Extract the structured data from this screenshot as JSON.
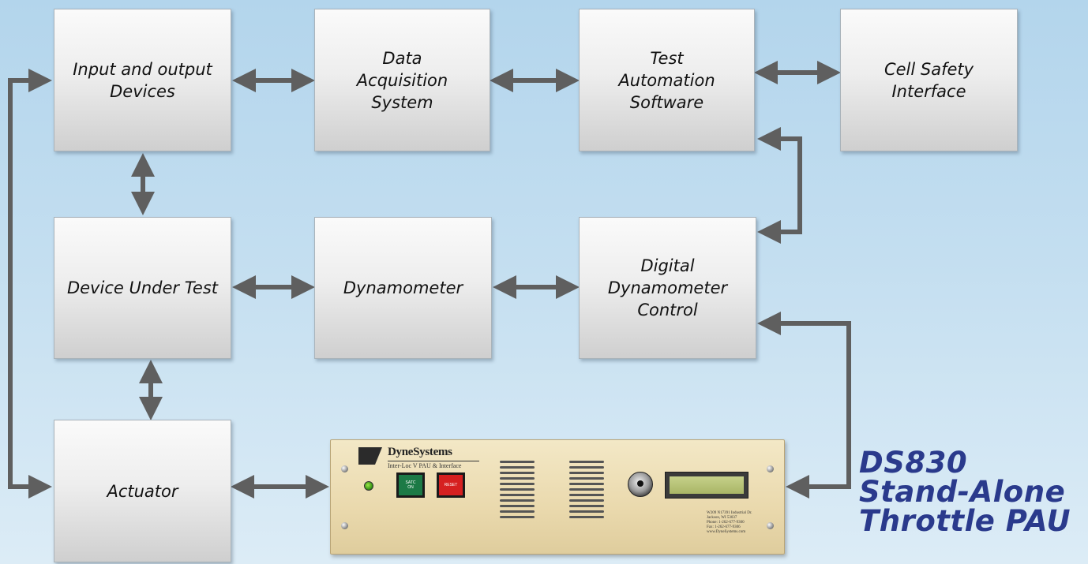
{
  "boxes": {
    "io_devices": "Input and output\nDevices",
    "data_acquisition": "Data\nAcquisition\nSystem",
    "test_automation": "Test\nAutomation\nSoftware",
    "cell_safety": "Cell Safety\nInterface",
    "device_under_test": "Device Under Test",
    "dynamometer": "Dynamometer",
    "digital_dyno_control": "Digital\nDynamometer\nControl",
    "actuator": "Actuator"
  },
  "panel": {
    "brand": "DyneSystems",
    "subtitle": "Inter-Loc V PAU & Interface",
    "satc_button": "SATC\nON",
    "reset_button": "RESET",
    "address": "W209 N17391 Industrial Dr.\nJackson, WI 53037\nPhone: 1-262-677-9300\nFax: 1-262-677-9306\nwww.DyneSystems.com"
  },
  "product_title": "DS830\nStand-Alone\nThrottle PAU",
  "colors": {
    "arrow": "#5f5f5f",
    "title": "#2a3a8c",
    "background_top": "#b3d5ec",
    "background_bottom": "#dcecf6",
    "panel": "#ead9ad"
  }
}
